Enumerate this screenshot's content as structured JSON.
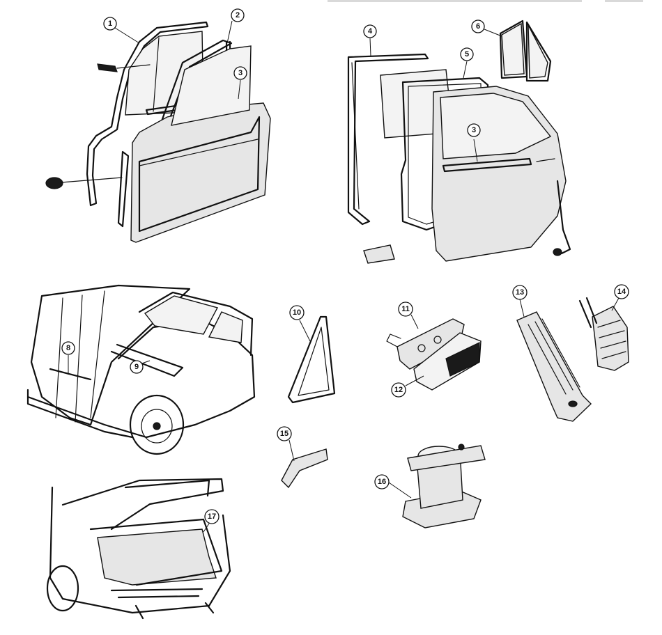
{
  "parts_diagram": {
    "callouts": [
      {
        "id": "c1",
        "label": "1"
      },
      {
        "id": "c2",
        "label": "2"
      },
      {
        "id": "c3a",
        "label": "3"
      },
      {
        "id": "c3b",
        "label": "3"
      },
      {
        "id": "c4",
        "label": "4"
      },
      {
        "id": "c5",
        "label": "5"
      },
      {
        "id": "c6",
        "label": "6"
      },
      {
        "id": "c8",
        "label": "8"
      },
      {
        "id": "c9",
        "label": "9"
      },
      {
        "id": "c10",
        "label": "10"
      },
      {
        "id": "c11",
        "label": "11"
      },
      {
        "id": "c12",
        "label": "12"
      },
      {
        "id": "c13",
        "label": "13"
      },
      {
        "id": "c14",
        "label": "14"
      },
      {
        "id": "c15",
        "label": "15"
      },
      {
        "id": "c16",
        "label": "16"
      },
      {
        "id": "c17",
        "label": "17"
      }
    ]
  }
}
